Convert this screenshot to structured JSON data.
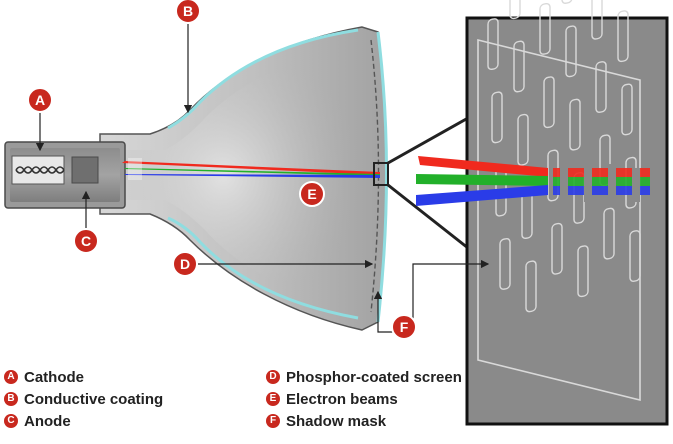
{
  "callouts": {
    "A": "A",
    "B": "B",
    "C": "C",
    "D": "D",
    "E": "E",
    "F": "F"
  },
  "legend": [
    {
      "letter": "A",
      "label": "Cathode"
    },
    {
      "letter": "B",
      "label": "Conductive coating"
    },
    {
      "letter": "C",
      "label": "Anode"
    },
    {
      "letter": "D",
      "label": "Phosphor-coated screen"
    },
    {
      "letter": "E",
      "label": "Electron beams"
    },
    {
      "letter": "F",
      "label": "Shadow mask"
    }
  ],
  "colors": {
    "callout": "#c8281e",
    "beam_red": "#f02a1e",
    "beam_green": "#22b02a",
    "beam_blue": "#2a3ce8",
    "coating": "#8fdde0",
    "inset_bg": "#8a8a8a"
  }
}
